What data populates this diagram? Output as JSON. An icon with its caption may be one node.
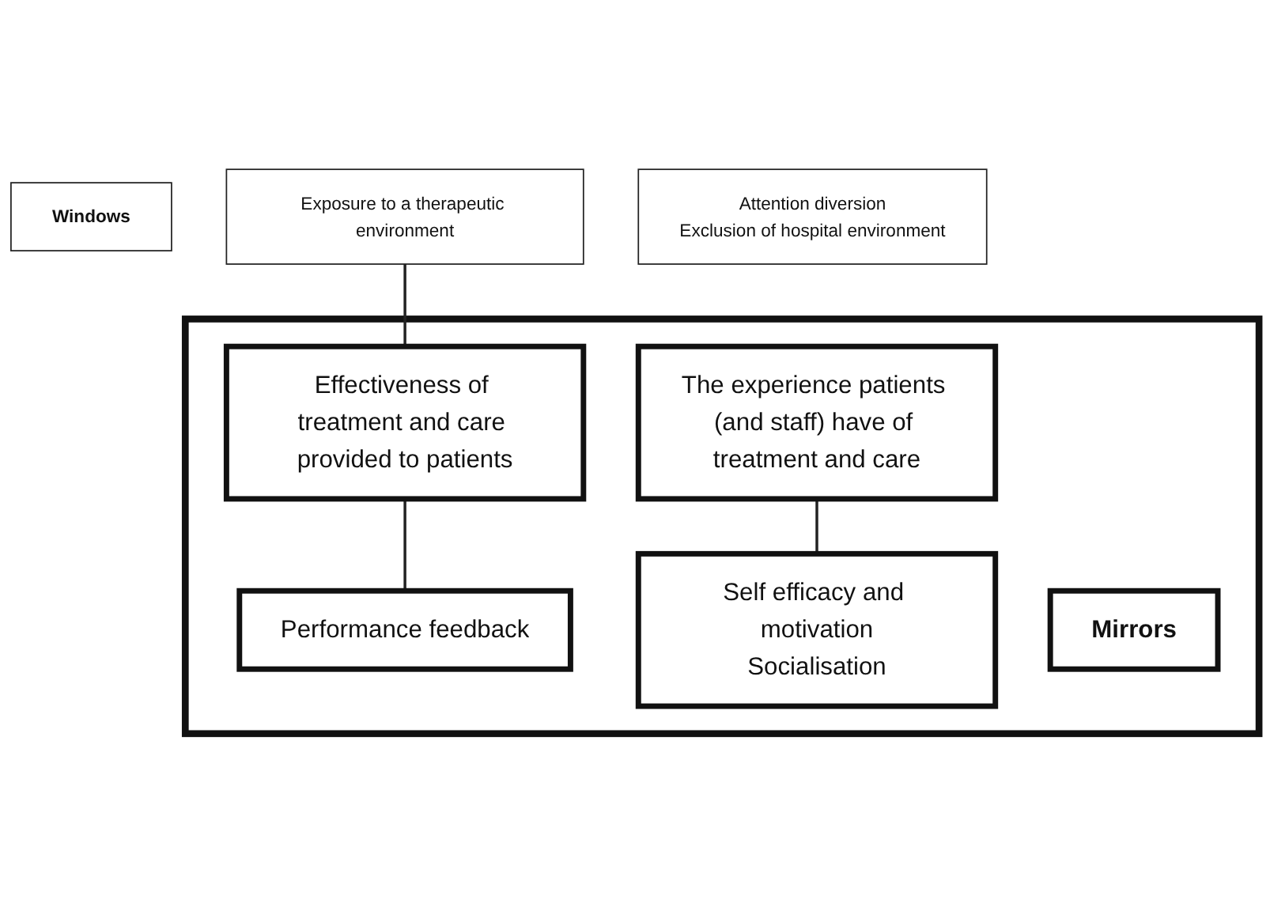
{
  "diagram": {
    "nodes": [
      {
        "text": [
          "Windows"
        ]
      },
      {
        "text": [
          "Exposure to a therapeutic environment"
        ]
      },
      {
        "text": [
          "Attention diversion",
          "Exclusion of hospital environment"
        ]
      },
      {
        "text": [],
        "shape": "box"
      },
      {
        "text": [
          "Effectiveness of treatment and care provided to patients"
        ],
        "in": 3
      },
      {
        "text": [
          "The experience patients (and staff) have of treatment and care"
        ],
        "in": 3
      },
      {
        "text": [
          "Performance feedback"
        ],
        "in": 3
      },
      {
        "text": [
          "Self efficacy and motivation",
          "Socialisation"
        ],
        "in": 3
      },
      {
        "text": [
          "Mirrors"
        ],
        "in": 3
      }
    ],
    "edges": [
      {
        "from": 1,
        "to": 4,
        "arrow": "none"
      },
      {
        "from": 4,
        "to": 6,
        "arrow": "none"
      },
      {
        "from": 5,
        "to": 7,
        "arrow": "none"
      }
    ]
  }
}
